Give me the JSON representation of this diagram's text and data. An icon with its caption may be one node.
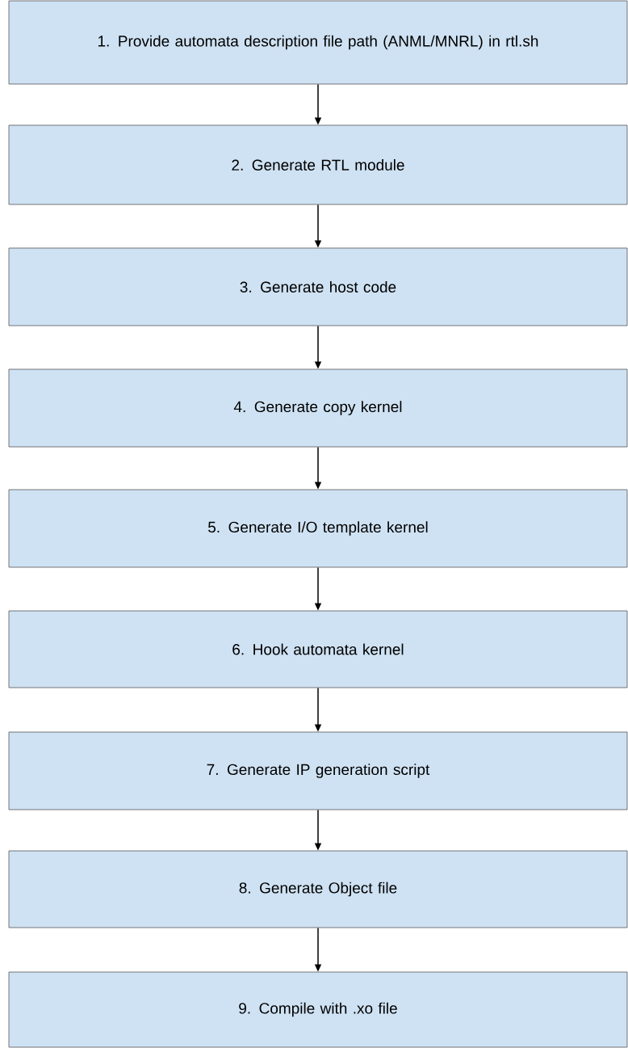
{
  "diagram": {
    "nodes": [
      {
        "text": [
          "1.   Provide automata description file path (ANML/MNRL) in rtl.sh"
        ]
      },
      {
        "text": [
          "2. Generate RTL module"
        ]
      },
      {
        "text": [
          "3. Generate host code"
        ]
      },
      {
        "text": [
          "4. Generate copy kernel"
        ]
      },
      {
        "text": [
          "5. Generate I/O template kernel"
        ]
      },
      {
        "text": [
          "6. Hook automata kernel"
        ]
      },
      {
        "text": [
          "7. Generate IP generation script"
        ]
      },
      {
        "text": [
          "8. Generate Object file"
        ]
      },
      {
        "text": [
          "9. Compile with .xo file"
        ]
      }
    ],
    "edges": [
      {
        "from": 0,
        "to": 1,
        "arrow": "to"
      },
      {
        "from": 1,
        "to": 2,
        "arrow": "to"
      },
      {
        "from": 2,
        "to": 3,
        "arrow": "to"
      },
      {
        "from": 3,
        "to": 4,
        "arrow": "to"
      },
      {
        "from": 4,
        "to": 5,
        "arrow": "to"
      },
      {
        "from": 5,
        "to": 6,
        "arrow": "to"
      },
      {
        "from": 6,
        "to": 7,
        "arrow": "to"
      },
      {
        "from": 7,
        "to": 8,
        "arrow": "to"
      }
    ]
  }
}
